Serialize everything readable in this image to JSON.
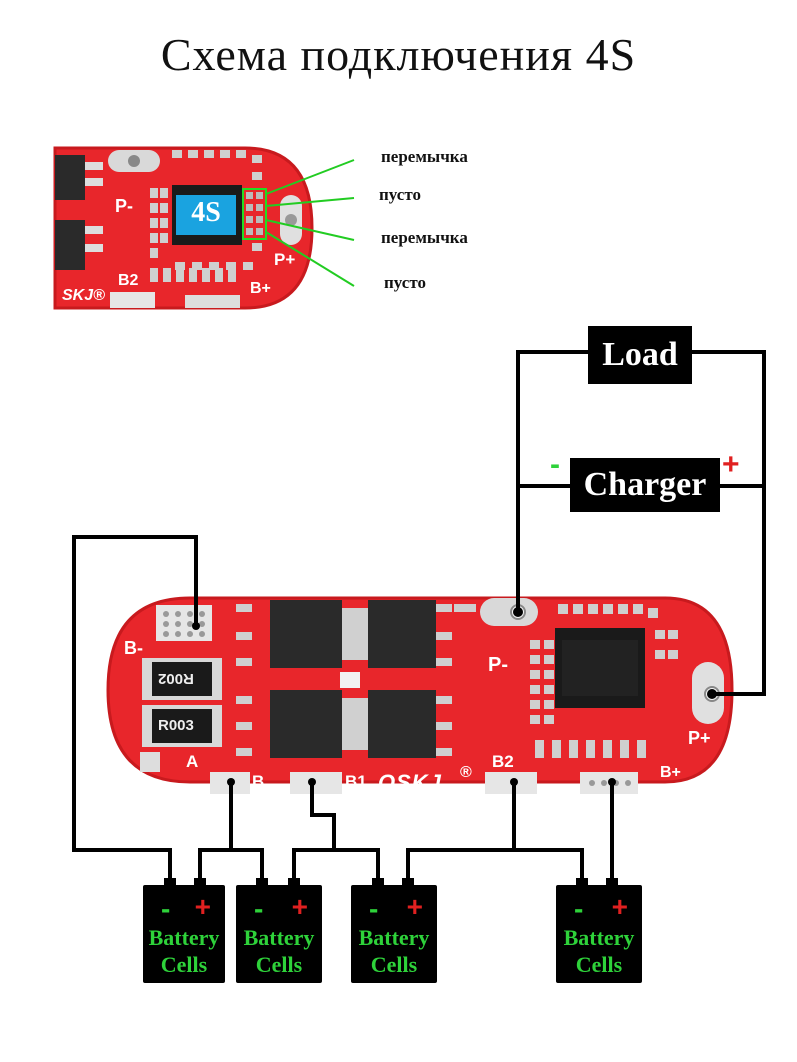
{
  "title": "Схема подключения 4S",
  "top_board": {
    "chip_label": "4S",
    "labels": [
      "перемычка",
      "пусто",
      "перемычка",
      "пусто"
    ],
    "pad_labels": {
      "p_minus": "P-",
      "p_plus": "P+",
      "b2": "B2",
      "b_plus": "B+"
    },
    "logo": "SKJ®"
  },
  "load_label": "Load",
  "charger": {
    "label": "Charger",
    "minus": "-",
    "plus": "+"
  },
  "main_board": {
    "resistors": [
      "R002",
      "R003"
    ],
    "pads": {
      "b_minus": "B-",
      "a": "A",
      "b": "B",
      "b1": "B1",
      "b2": "B2",
      "b_plus": "B+",
      "p_minus": "P-",
      "p_plus": "P+"
    },
    "logo": "OSKJ",
    "reg": "®"
  },
  "cells": [
    {
      "minus": "-",
      "plus": "+",
      "line1": "Battery",
      "line2": "Cells"
    },
    {
      "minus": "-",
      "plus": "+",
      "line1": "Battery",
      "line2": "Cells"
    },
    {
      "minus": "-",
      "plus": "+",
      "line1": "Battery",
      "line2": "Cells"
    },
    {
      "minus": "-",
      "plus": "+",
      "line1": "Battery",
      "line2": "Cells"
    }
  ],
  "colors": {
    "pcb": "#e8262b",
    "pcb_dark": "#b81418",
    "wire": "#000000",
    "green": "#2ed23a",
    "red": "#e02020",
    "chip_blue": "#1aa3e0"
  }
}
